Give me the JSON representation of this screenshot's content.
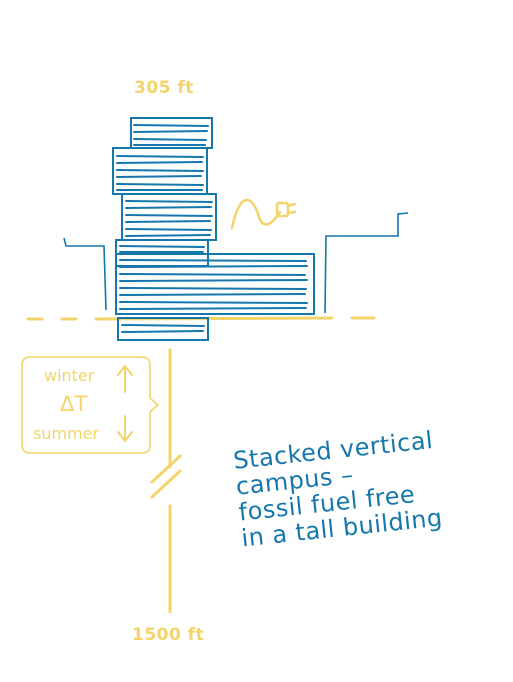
{
  "labels": {
    "top_height": "305 ft",
    "bottom_depth": "1500 ft",
    "winter": "winter",
    "delta_t": "ΔT",
    "summer": "summer"
  },
  "caption": {
    "line1": "Stacked vertical",
    "line2": "campus –",
    "line3": "fossil fuel free",
    "line4": "in a tall building"
  },
  "colors": {
    "blue": "#1677ad",
    "yellow": "#f2d46b"
  },
  "icons": [
    "plug-icon",
    "arrow-up-icon",
    "arrow-down-icon",
    "ground-line"
  ]
}
